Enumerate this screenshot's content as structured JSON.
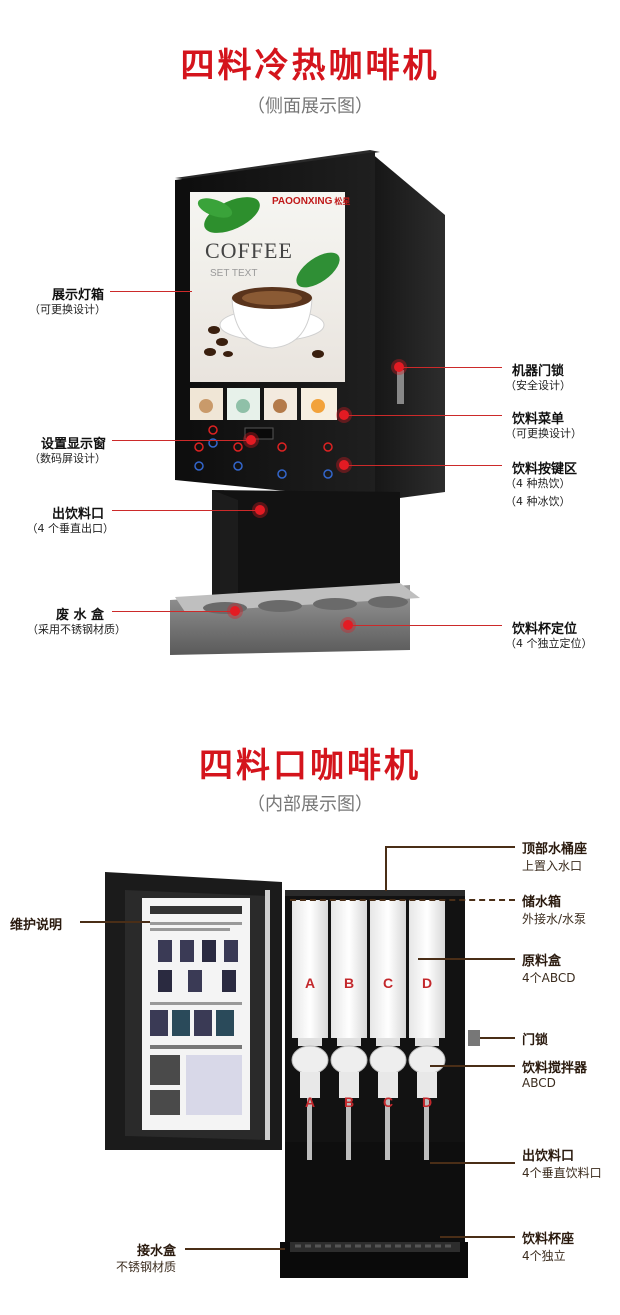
{
  "top": {
    "title": "四料冷热咖啡机",
    "subtitle": "（侧面展示图）",
    "screen": {
      "brand": "PAOONXING",
      "brand_sub": "松星",
      "coffee": "COFFEE",
      "ghost_text": "SET TEXT"
    },
    "labels": [
      {
        "main": "展示灯箱",
        "sub": "（可更换设计）"
      },
      {
        "main": "设置显示窗",
        "sub": "（数码屏设计）"
      },
      {
        "main": "出饮料口",
        "sub": "（4 个垂直出口）"
      },
      {
        "main": "废 水 盒",
        "sub": "（采用不锈钢材质）"
      },
      {
        "main": "机器门锁",
        "sub": "（安全设计）"
      },
      {
        "main": "饮料菜单",
        "sub": "（可更换设计）"
      },
      {
        "main": "饮料按键区",
        "sub": "（4 种热饮）",
        "sub2": "（4 种冰饮）"
      },
      {
        "main": "饮料杯定位",
        "sub": "（4 个独立定位）"
      }
    ],
    "colors": {
      "accent": "#d4141c",
      "machine": "#1c1c1c"
    }
  },
  "bottom": {
    "title": "四料口咖啡机",
    "subtitle": "（内部展示图）",
    "slots": [
      "A",
      "B",
      "C",
      "D"
    ],
    "labels": [
      {
        "main": "维护说明",
        "sub": ""
      },
      {
        "main": "接水盒",
        "sub": "不锈钢材质"
      },
      {
        "main": "顶部水桶座",
        "sub": "上置入水口"
      },
      {
        "main": "储水箱",
        "sub": "外接水/水泵"
      },
      {
        "main": "原料盒",
        "sub": "4个ABCD"
      },
      {
        "main": "门锁",
        "sub": ""
      },
      {
        "main": "饮料搅拌器",
        "sub": "ABCD"
      },
      {
        "main": "出饮料口",
        "sub": "4个垂直饮料口"
      },
      {
        "main": "饮料杯座",
        "sub": "4个独立"
      }
    ],
    "colors": {
      "line": "#4a2e17"
    }
  }
}
